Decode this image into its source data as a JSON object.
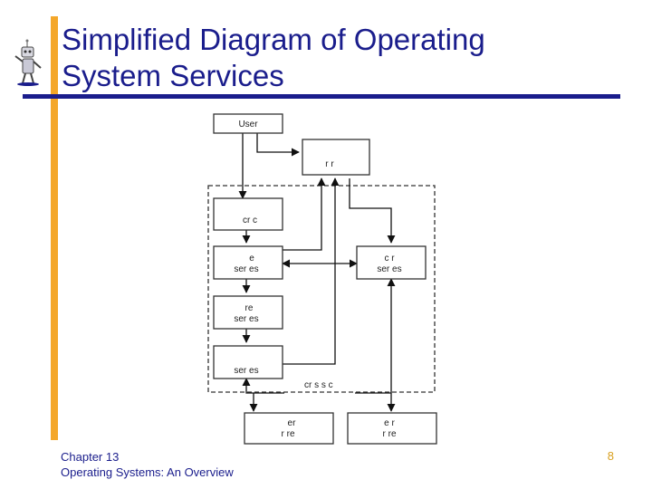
{
  "slide": {
    "title_line1": "Simplified Diagram of Operating",
    "title_line2": "System Services"
  },
  "diagram": {
    "nodes": {
      "user": {
        "line1": "User",
        "line2": ""
      },
      "top_right": {
        "line1": "r  r",
        "line2": ""
      },
      "node_1": {
        "line1": "cr   c",
        "line2": ""
      },
      "node_2": {
        "line1": "e",
        "line2": "ser   es"
      },
      "node_3": {
        "line1": "re",
        "line2": "ser   es"
      },
      "node_4": {
        "line1": "ser   es",
        "line2": ""
      },
      "node_right": {
        "line1": "c   r",
        "line2": "ser   es"
      },
      "bottom_left": {
        "line1": "er",
        "line2": "r    re"
      },
      "bottom_right": {
        "line1": "e   r",
        "line2": "r    re"
      }
    },
    "boundary_label": "cr        s s c"
  },
  "footer": {
    "chapter": "Chapter 13",
    "subtitle": "Operating Systems: An Overview",
    "page_number": "8"
  },
  "colors": {
    "title": "#1a1d8c",
    "accent_bar": "#f4a72a",
    "title_rule": "#1a1d8c",
    "page_number": "#d9a020"
  }
}
